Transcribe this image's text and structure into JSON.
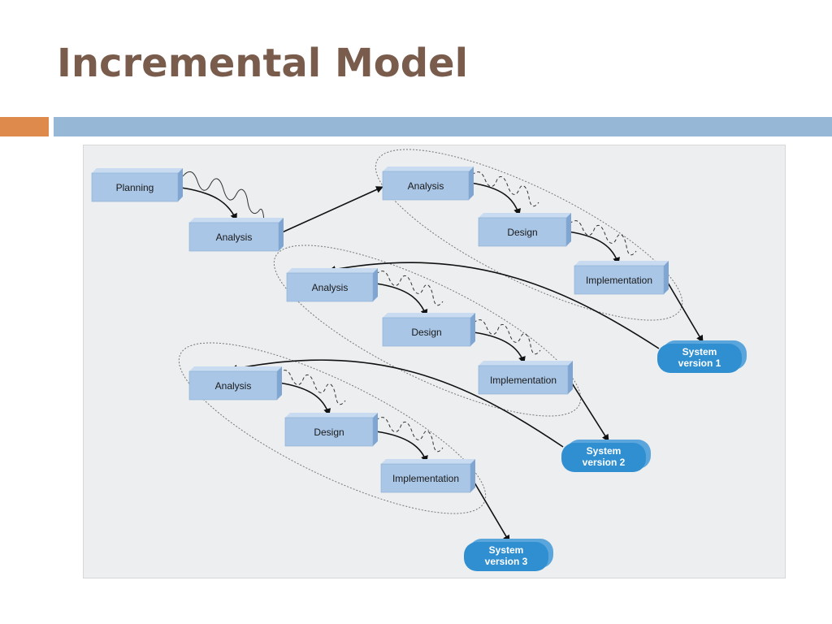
{
  "slide": {
    "title": "Incremental Model"
  },
  "colors": {
    "title": "#7a5c4c",
    "accent_bar": "#de8a4c",
    "header_bar": "#97b7d6",
    "box_face": "#a9c6e6",
    "box_side": "#7fa6d2",
    "system_fill": "#2f8fd1"
  },
  "diagram": {
    "planning": {
      "label": "Planning"
    },
    "analysis_main": {
      "label": "Analysis"
    },
    "increment1": {
      "analysis": "Analysis",
      "design": "Design",
      "implementation": "Implementation",
      "system": [
        "System",
        "version 1"
      ]
    },
    "increment2": {
      "analysis": "Analysis",
      "design": "Design",
      "implementation": "Implementation",
      "system": [
        "System",
        "version 2"
      ]
    },
    "increment3": {
      "analysis": "Analysis",
      "design": "Design",
      "implementation": "Implementation",
      "system": [
        "System",
        "version 3"
      ]
    }
  }
}
